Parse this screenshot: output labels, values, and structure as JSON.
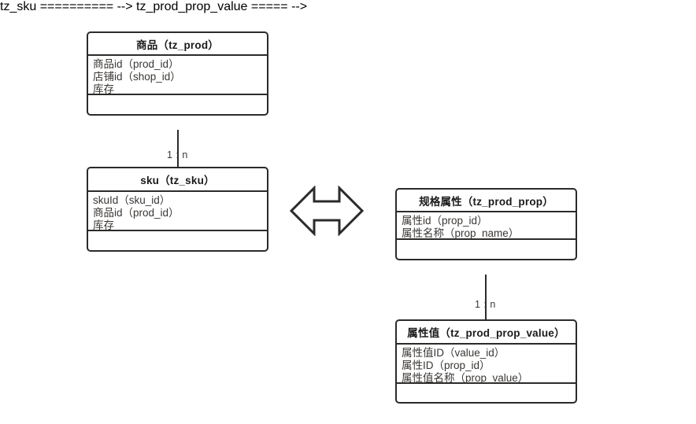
{
  "diagram": {
    "entities": [
      {
        "id": "tz_prod",
        "title": "商品（tz_prod）",
        "fields": [
          "商品id（prod_id）",
          "店铺id（shop_id）",
          "库存"
        ]
      },
      {
        "id": "tz_sku",
        "title": "sku（tz_sku）",
        "fields": [
          "skuId（sku_id）",
          "商品id（prod_id）",
          "库存"
        ]
      },
      {
        "id": "tz_prod_prop",
        "title": "规格属性（tz_prod_prop）",
        "fields": [
          "属性id（prop_id）",
          "属性名称（prop_name）"
        ]
      },
      {
        "id": "tz_prod_prop_value",
        "title": "属性值（tz_prod_prop_value）",
        "fields": [
          "属性值ID（value_id）",
          "属性ID（prop_id）",
          "属性值名称（prop_value）"
        ]
      }
    ],
    "relations": [
      {
        "id": "prod-to-sku",
        "label": "1 : n"
      },
      {
        "id": "prop-to-value",
        "label": "1 : n"
      }
    ],
    "symbols": [
      {
        "id": "double-arrow",
        "name": "bidirectional-arrow"
      }
    ],
    "colors": {
      "stroke": "#2b2b2b",
      "title_text": "#1a1a1a",
      "field_text": "#3a3734",
      "background": "#ffffff"
    }
  }
}
